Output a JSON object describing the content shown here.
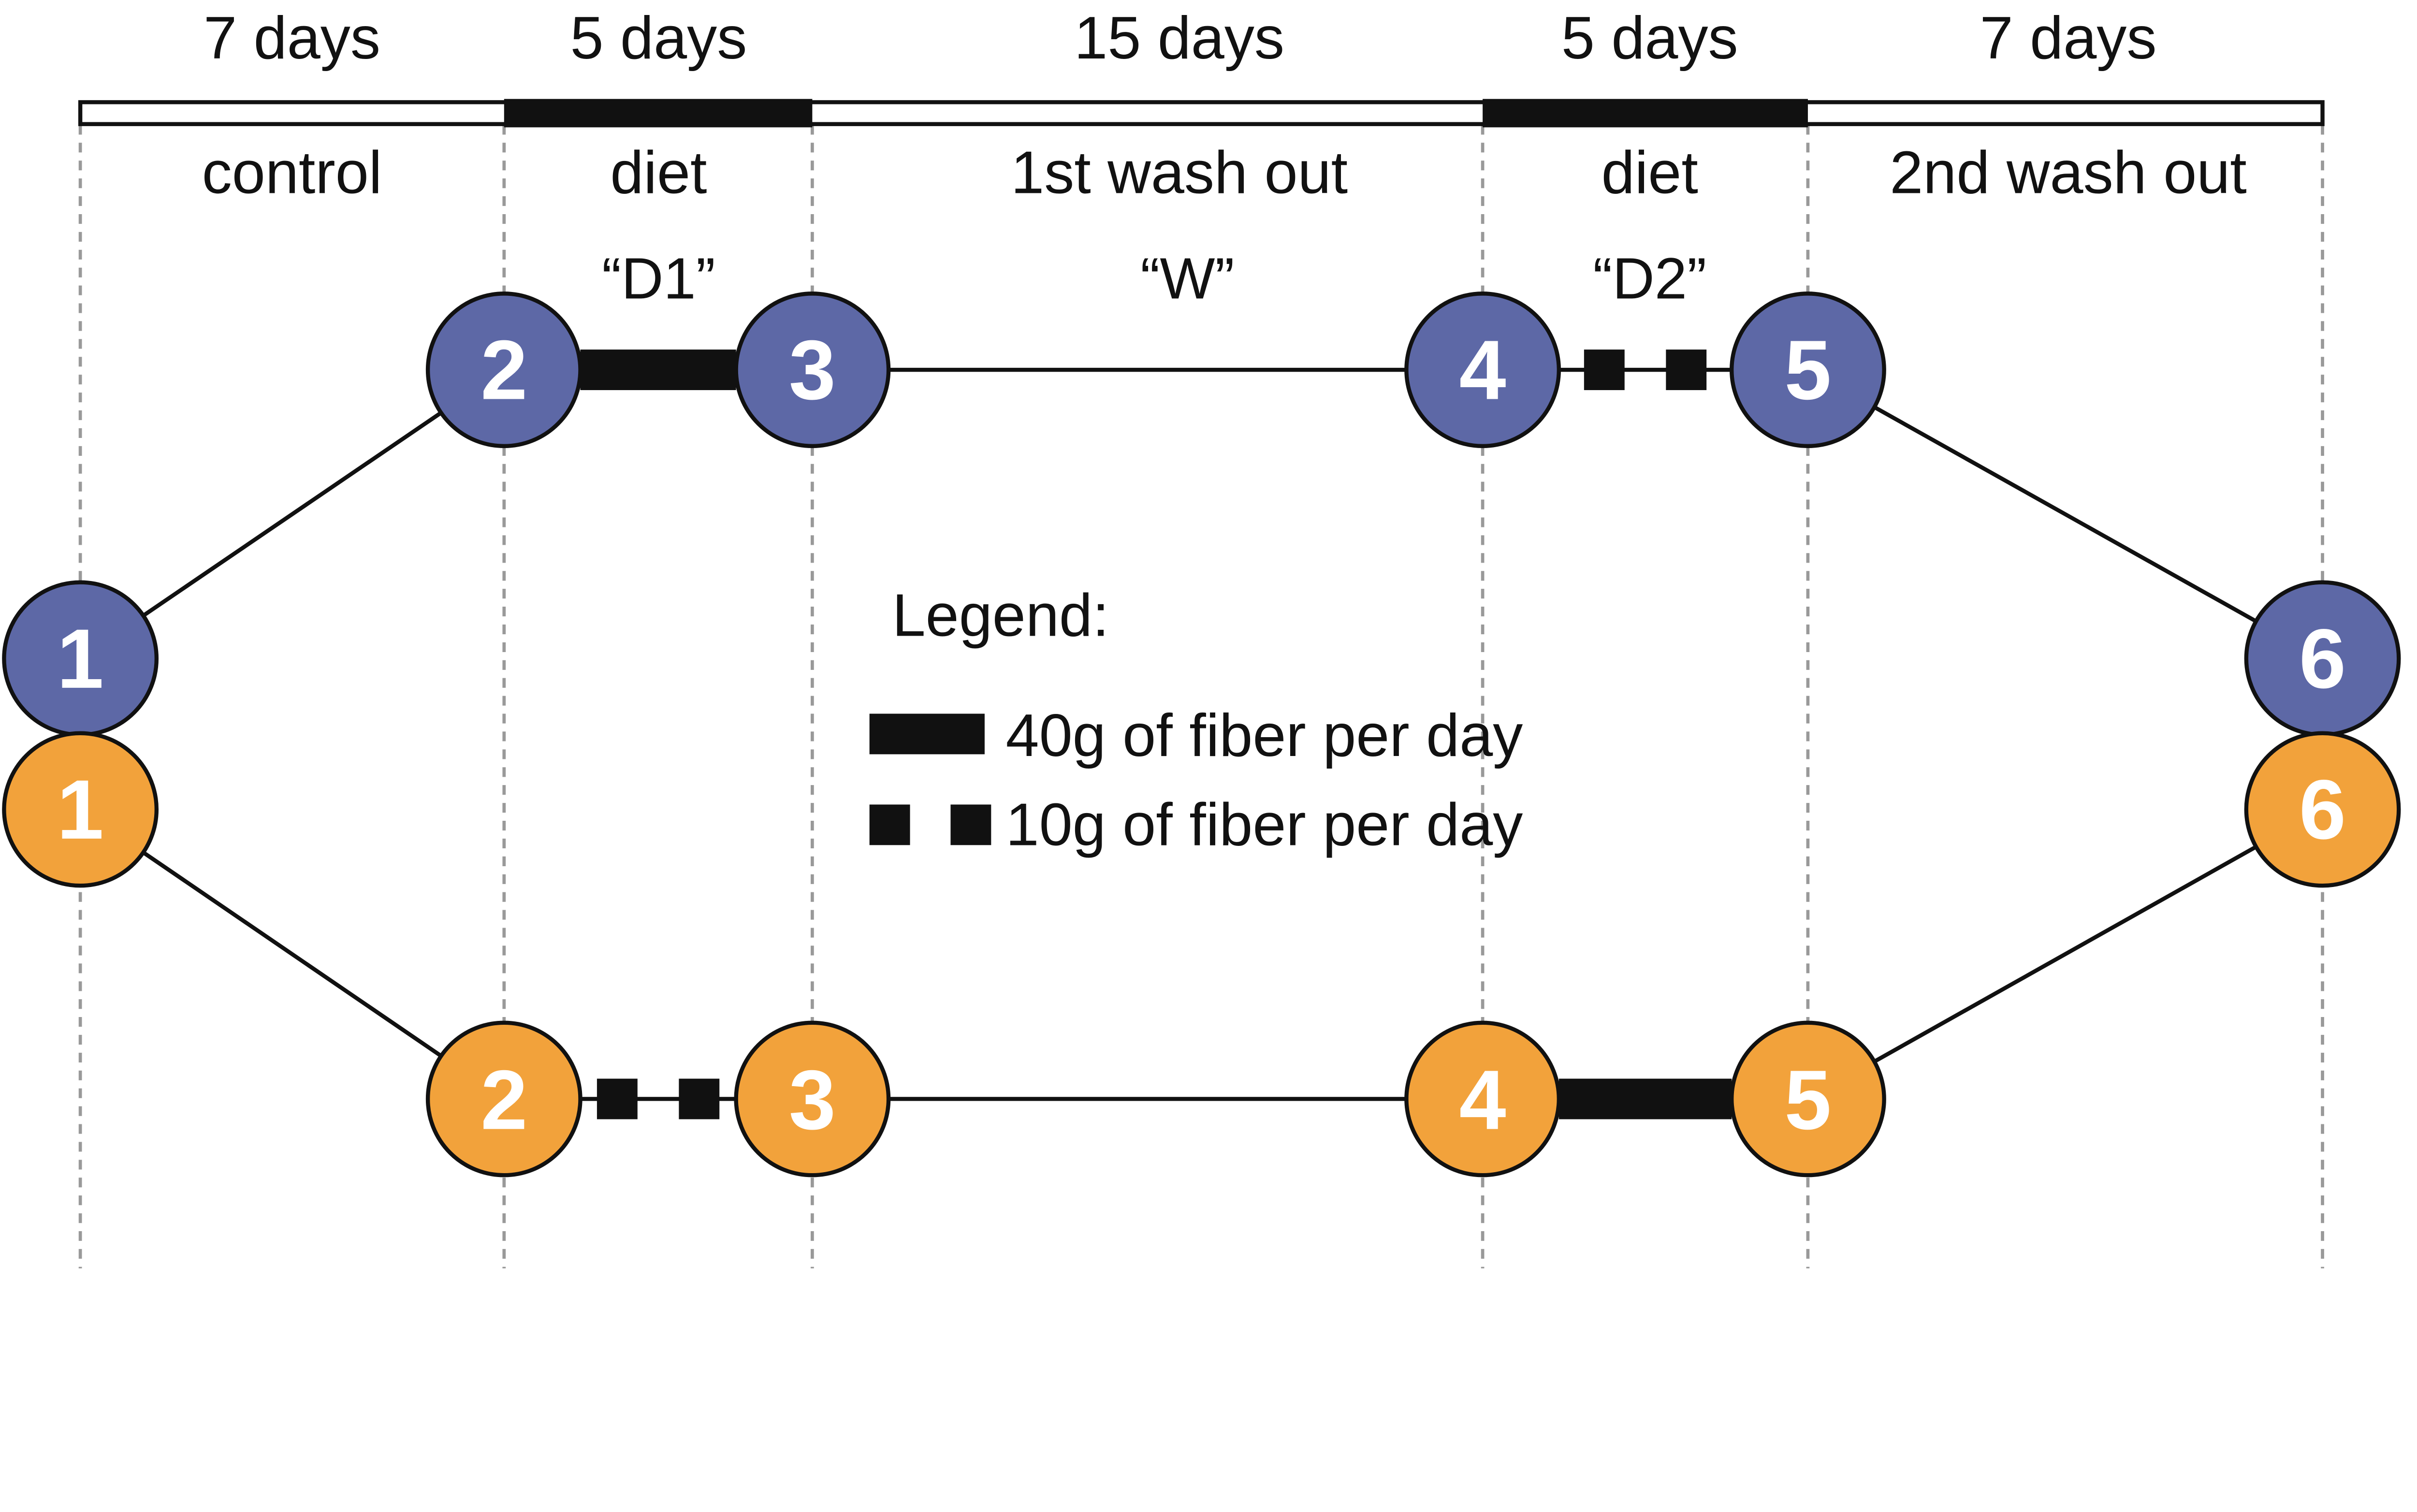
{
  "palette": {
    "blue": "#5d68a6",
    "orange": "#f2a23b",
    "ink": "#111111",
    "dash_gray": "#999999",
    "track_fill": "#ffffff"
  },
  "timeline": {
    "segments": [
      {
        "duration": "7 days",
        "phase": "control"
      },
      {
        "duration": "5 days",
        "phase": "diet",
        "code": "“D1”"
      },
      {
        "duration": "15 days",
        "phase": "1st wash out",
        "code": "“W”"
      },
      {
        "duration": "5 days",
        "phase": "diet",
        "code": "“D2”"
      },
      {
        "duration": "7 days",
        "phase": "2nd wash out"
      }
    ]
  },
  "arms": {
    "blue": {
      "nodes": [
        "1",
        "2",
        "3",
        "4",
        "5",
        "6"
      ]
    },
    "orange": {
      "nodes": [
        "1",
        "2",
        "3",
        "4",
        "5",
        "6"
      ]
    }
  },
  "legend": {
    "title": "Legend:",
    "items": [
      {
        "swatch": "solid-bar",
        "label": "40g of fiber per day"
      },
      {
        "swatch": "two-squares",
        "label": "10g of fiber per day"
      }
    ]
  }
}
